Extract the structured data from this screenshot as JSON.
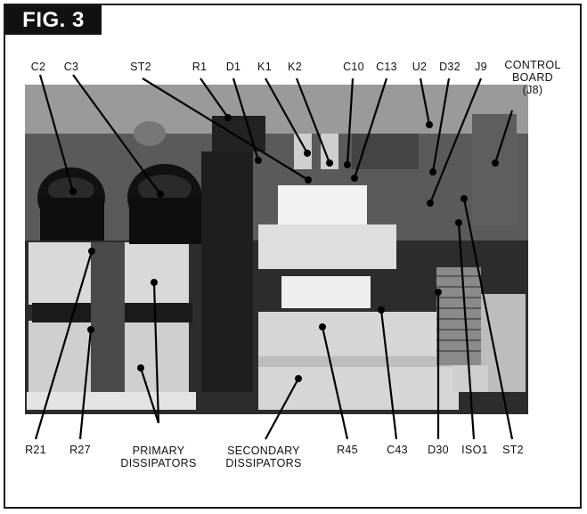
{
  "figure": {
    "tag": "FIG. 3"
  },
  "top_labels": {
    "c2": "C2",
    "c3": "C3",
    "st2": "ST2",
    "r1": "R1",
    "d1": "D1",
    "k1": "K1",
    "k2": "K2",
    "c10": "C10",
    "c13": "C13",
    "u2": "U2",
    "d32": "D32",
    "j9": "J9",
    "control_board_line1": "CONTROL",
    "control_board_line2": "BOARD",
    "control_board_line3": "(J8)"
  },
  "bottom_labels": {
    "r21": "R21",
    "r27": "R27",
    "primary_line1": "PRIMARY",
    "primary_line2": "DISSIPATORS",
    "secondary_line1": "SECONDARY",
    "secondary_line2": "DISSIPATORS",
    "r45": "R45",
    "c43": "C43",
    "d30": "D30",
    "iso1": "ISO1",
    "st2": "ST2"
  }
}
